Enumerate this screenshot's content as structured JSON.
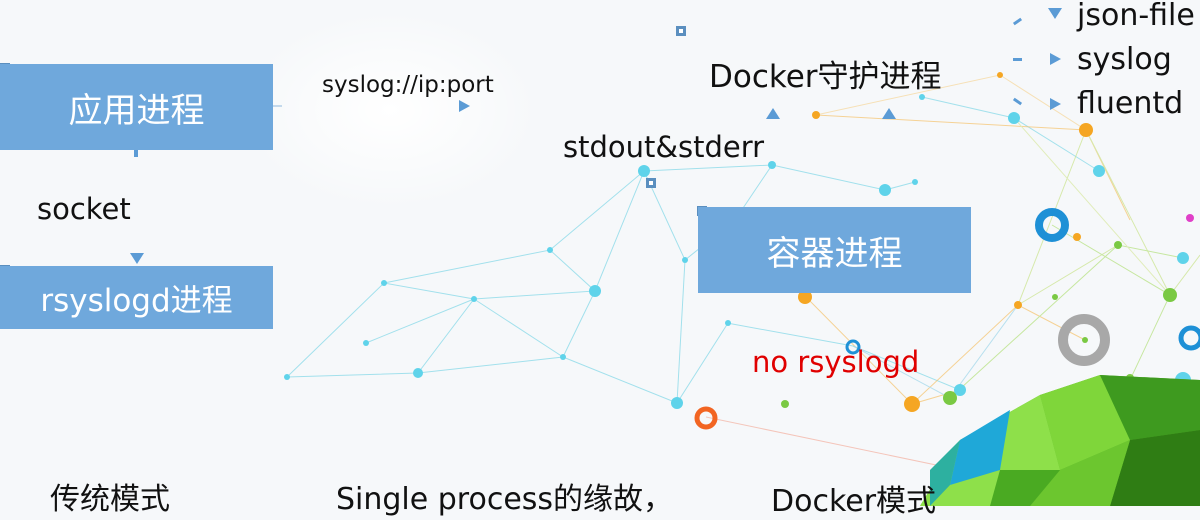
{
  "boxes": {
    "app_process": "应用进程",
    "rsyslogd_process": "rsyslogd进程",
    "container_process": "容器进程"
  },
  "labels": {
    "syslog_addr": "syslog://ip:port",
    "socket": "socket",
    "stdout_stderr": "stdout&stderr",
    "docker_daemon": "Docker守护进程",
    "no_rsyslogd": "no rsyslogd"
  },
  "log_drivers": [
    "json-file",
    "syslog",
    "fluentd"
  ],
  "captions": {
    "traditional": "传统模式",
    "single_process": "Single process的缘故，",
    "docker_mode": "Docker模式"
  },
  "colors": {
    "box": "#6fa8dc",
    "accent": "#5b9bd5",
    "warning_text": "#e00000"
  }
}
